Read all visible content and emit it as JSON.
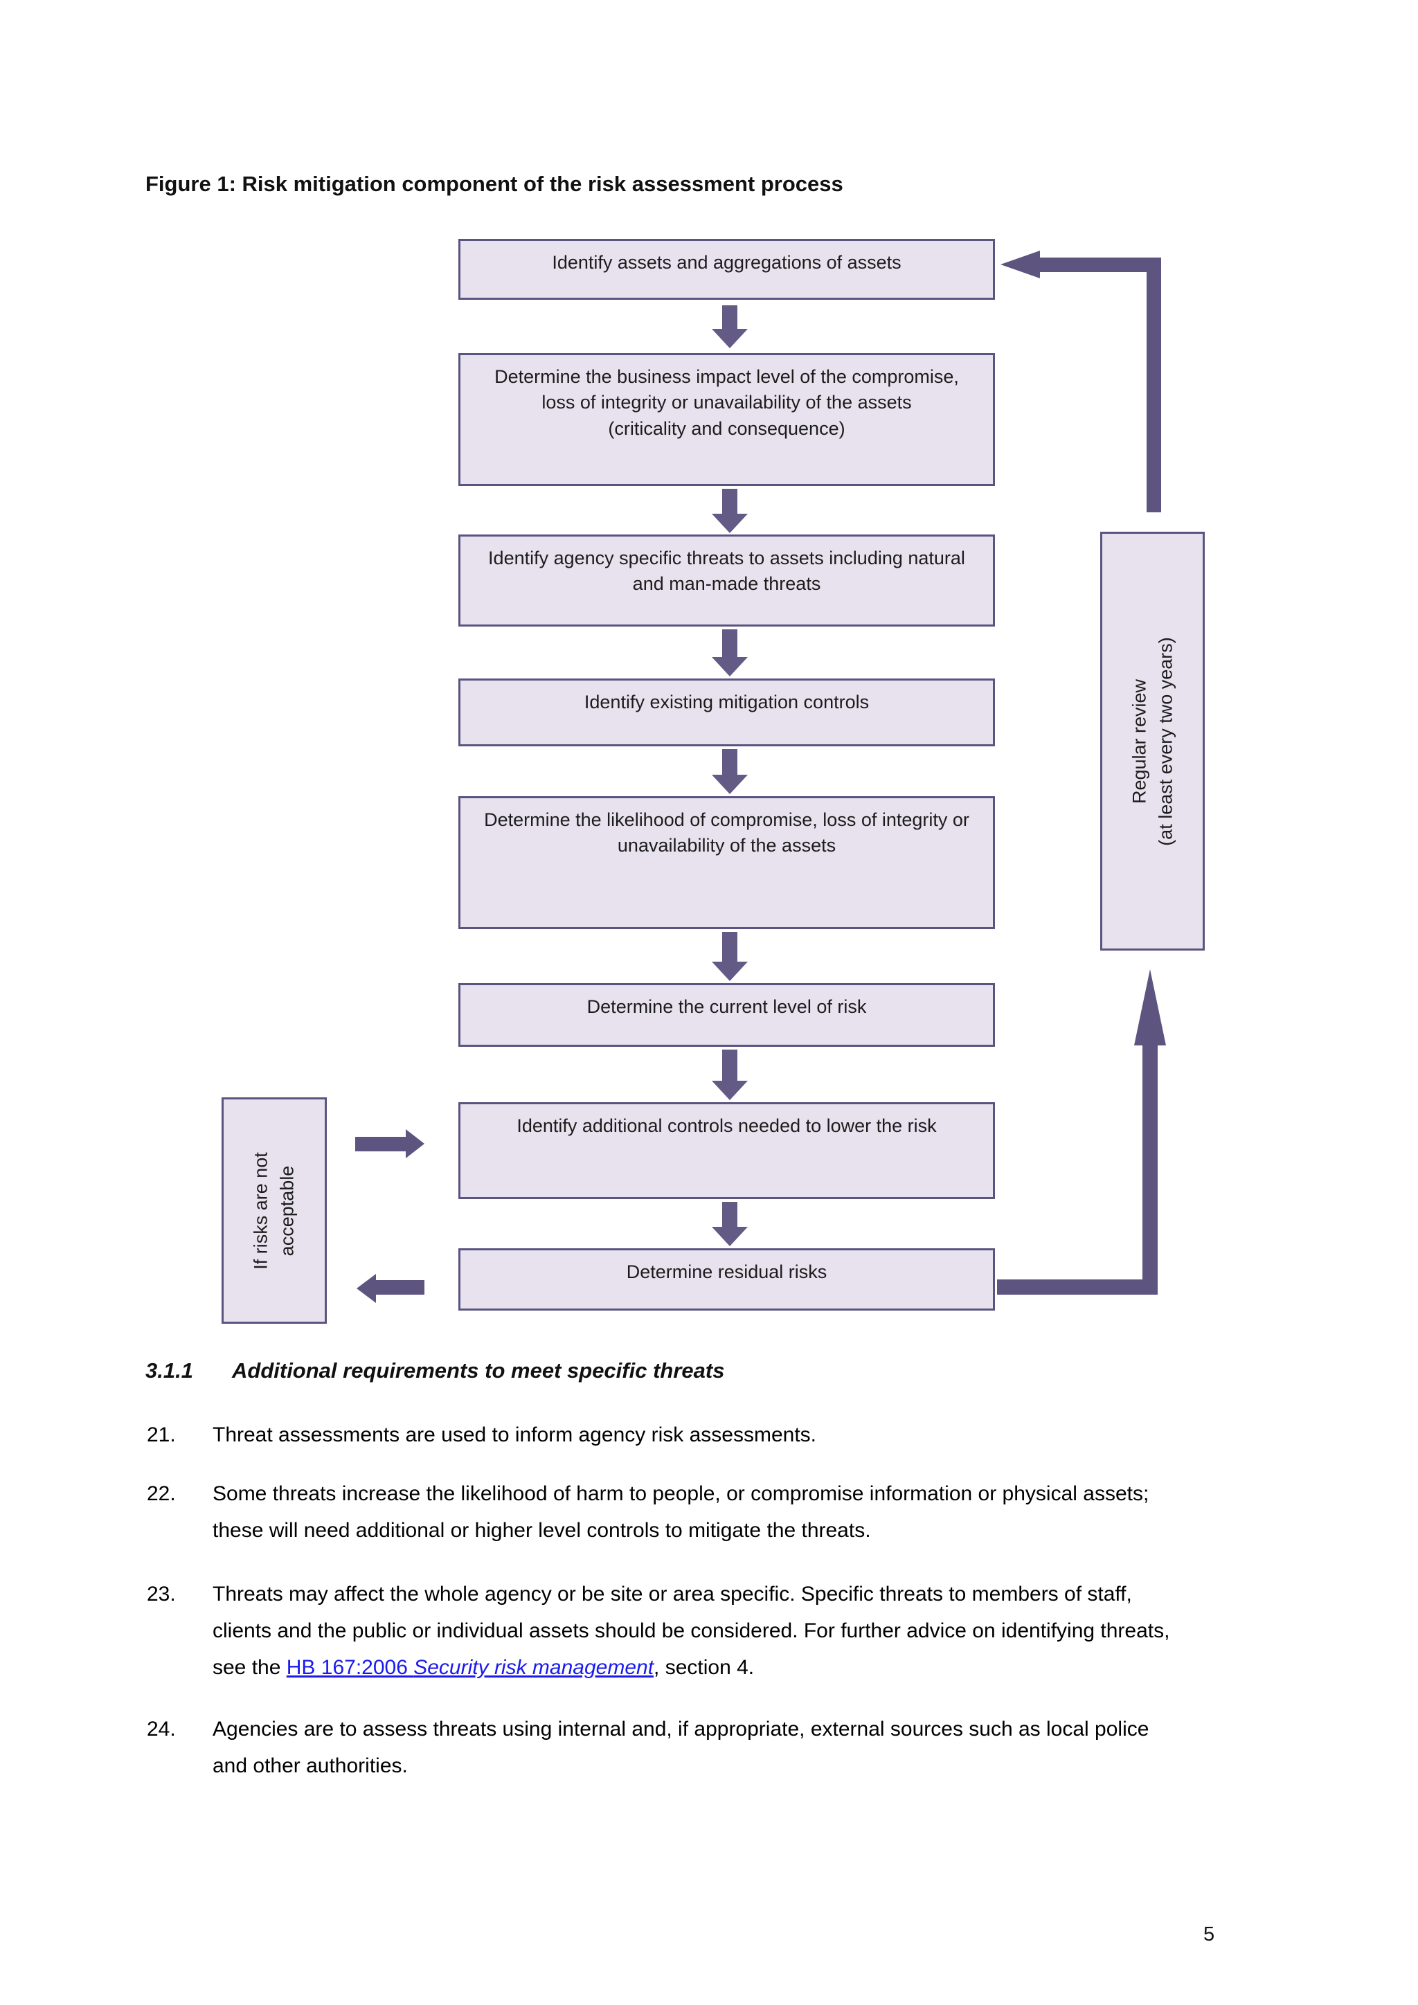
{
  "figure": {
    "title": "Figure 1: Risk mitigation component of the risk assessment process"
  },
  "flowchart": {
    "boxes": [
      {
        "label": "Identify assets and aggregations of assets"
      },
      {
        "label": "Determine the business impact level of the compromise, loss of integrity or unavailability of the assets",
        "label2": "(criticality and consequence)"
      },
      {
        "label": "Identify agency specific threats to assets including natural and man-made threats"
      },
      {
        "label": "Identify existing mitigation controls"
      },
      {
        "label": "Determine the likelihood of compromise, loss of integrity or unavailability of the assets"
      },
      {
        "label": "Determine the current level of risk"
      },
      {
        "label": "Identify additional controls needed to lower the risk"
      },
      {
        "label": "Determine residual risks"
      }
    ],
    "review_box": {
      "line1": "Regular review",
      "line2": "(at least every two years)"
    },
    "decision_box": {
      "line1": "If risks are not",
      "line2": "acceptable"
    },
    "colors": {
      "box_fill": "#e8e2ef",
      "box_border": "#5a5480",
      "arrow": "#635a86"
    }
  },
  "section": {
    "number": "3.1.1",
    "title": "Additional requirements to meet specific threats"
  },
  "paragraphs": {
    "p21": {
      "num": "21.",
      "text": "Threat assessments are used to inform agency risk assessments."
    },
    "p22": {
      "num": "22.",
      "text": "Some threats increase the likelihood of harm to people, or compromise information or physical assets; these will need additional or higher level controls to mitigate the threats."
    },
    "p23": {
      "num": "23.",
      "before": "Threats may affect the whole agency or be site or area specific. Specific threats to members of staff, clients and the public or individual assets should be considered. For further advice on identifying threats, see the ",
      "link_plain": "HB 167:2006 ",
      "link_italic": "Security risk management",
      "after": ", section 4."
    },
    "p24": {
      "num": "24.",
      "text": "Agencies are to assess threats using internal and, if appropriate, external sources such as local police and other authorities."
    }
  },
  "page": {
    "number": "5"
  }
}
